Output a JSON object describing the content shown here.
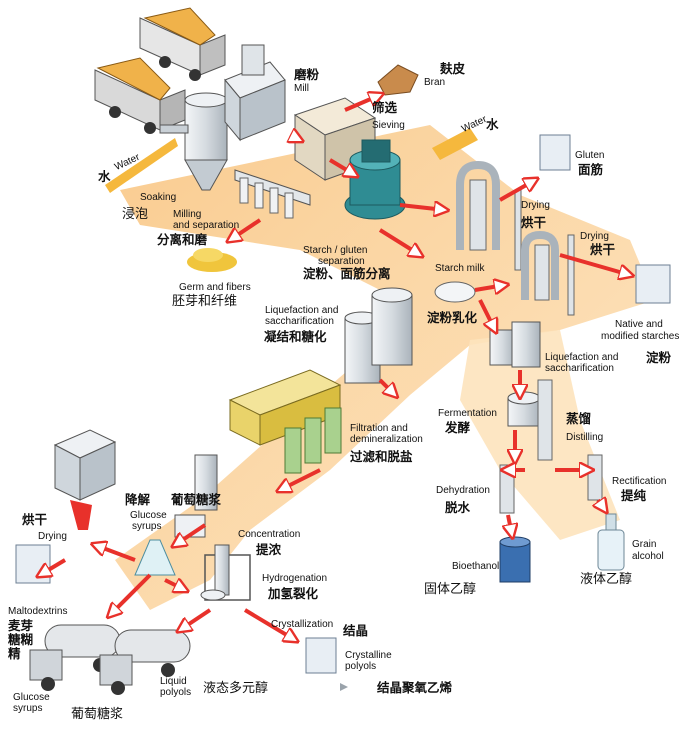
{
  "labels": {
    "water_left": "Water",
    "water_left_zh": "水",
    "soaking": "Soaking",
    "soaking_zh": "浸泡",
    "mill": "Mill",
    "mill_zh": "磨粉",
    "bran": "Bran",
    "bran_zh": "麸皮",
    "sieving": "Sieving",
    "sieving_zh": "筛选",
    "water_right": "Water",
    "water_right_zh": "水",
    "gluten": "Gluten",
    "gluten_zh": "面筋",
    "milling_separation_1": "Milling",
    "milling_separation_2": "and separation",
    "milling_separation_zh": "分离和磨",
    "germ_fibers": "Germ and fibers",
    "germ_fibers_zh": "胚芽和纤维",
    "starch_gluten_1": "Starch / gluten",
    "starch_gluten_2": "separation",
    "starch_gluten_zh": "淀粉、面筋分离",
    "drying_1": "Drying",
    "drying_1_zh": "烘干",
    "drying_2": "Drying",
    "drying_2_zh": "烘干",
    "starch_milk": "Starch milk",
    "starch_milk_zh": "淀粉乳化",
    "native_starches_1": "Native and",
    "native_starches_2": "modified starches",
    "native_starches_zh": "淀粉",
    "liq_left_1": "Liquefaction and",
    "liq_left_2": "saccharification",
    "liq_left_zh": "凝结和糖化",
    "liq_right_1": "Liquefaction and",
    "liq_right_2": "saccharification",
    "fermentation": "Fermentation",
    "fermentation_zh": "发酵",
    "distilling": "Distilling",
    "distilling_zh": "蒸馏",
    "filtration_1": "Filtration and",
    "filtration_2": "demineralization",
    "filtration_zh": "过滤和脱盐",
    "dehydration": "Dehydration",
    "dehydration_zh": "脱水",
    "rectification": "Rectification",
    "rectification_zh": "提纯",
    "drying_3": "Drying",
    "drying_3_zh": "烘干",
    "glucose_syrups_1": "Glucose",
    "glucose_syrups_2": "syrups",
    "degradation_zh": "降解",
    "glucose_syrups_zh": "葡萄糖浆",
    "concentration": "Concentration",
    "concentration_zh": "提浓",
    "bioethanol": "Bioethanol",
    "bioethanol_zh": "固体乙醇",
    "grain_alcohol_1": "Grain",
    "grain_alcohol_2": "alcohol",
    "grain_alcohol_zh": "液体乙醇",
    "hydrogenation": "Hydrogenation",
    "hydrogenation_zh": "加氢裂化",
    "maltodextrins": "Maltodextrins",
    "maltodextrins_zh_1": "麦芽",
    "maltodextrins_zh_2": "糖糊",
    "maltodextrins_zh_3": "精",
    "crystallization": "Crystallization",
    "crystallization_zh": "结晶",
    "crystalline_polyols_1": "Crystalline",
    "crystalline_polyols_2": "polyols",
    "crystalline_polyols_zh": "结晶聚氧乙烯",
    "glucose_truck_1": "Glucose",
    "glucose_truck_2": "syrups",
    "glucose_truck_zh": "葡萄糖浆",
    "liquid_polyols_1": "Liquid",
    "liquid_polyols_2": "polyols",
    "liquid_polyols_zh": "液态多元醇"
  },
  "colors": {
    "flow": "#f9c98a",
    "arrow": "#e8312b",
    "steel": "#cfd6dc",
    "teal": "#2f8c93",
    "yellow": "#e9d36a",
    "green": "#a9d18e",
    "blue_drum": "#3a6fb0"
  }
}
